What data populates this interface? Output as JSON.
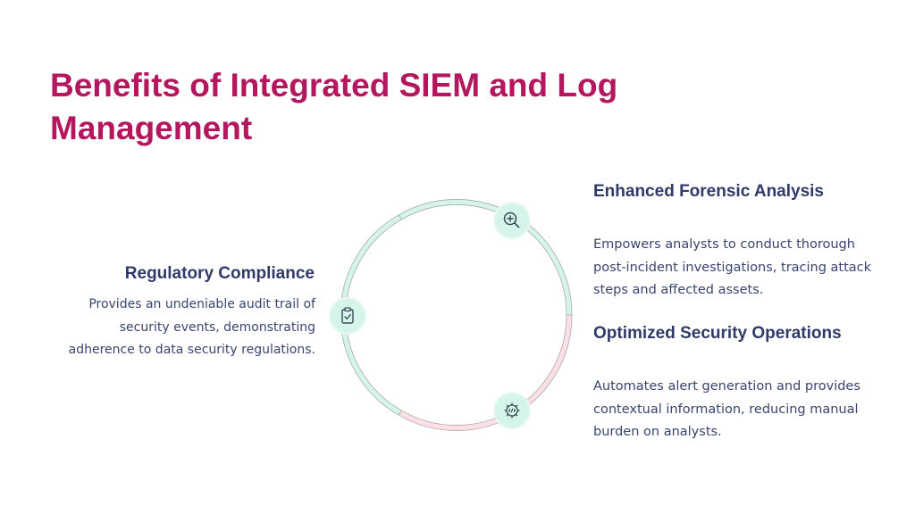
{
  "title": "Benefits of Integrated SIEM and Log Management",
  "items": [
    {
      "heading": "Regulatory Compliance",
      "body": "Provides an undeniable audit trail of security events, demonstrating adherence to data security regulations.",
      "icon": "clipboard-check-icon"
    },
    {
      "heading": "Enhanced Forensic Analysis",
      "body": "Empowers analysts to conduct thorough post-incident investigations, tracing attack steps and affected assets.",
      "icon": "zoom-in-icon"
    },
    {
      "heading": "Optimized Security Operations",
      "body": "Automates alert generation and provides contextual information, reducing manual burden on analysts.",
      "icon": "gear-code-icon"
    }
  ],
  "colors": {
    "title": "#b5175e",
    "heading": "#2f3a68",
    "body": "#3a4470",
    "ring_green": "#d6f5ea",
    "ring_pink": "#fde0e6",
    "ring_stroke": "#9a9a9a",
    "icon_bg": "#d6f5ea",
    "icon_stroke": "#3a4a55"
  }
}
